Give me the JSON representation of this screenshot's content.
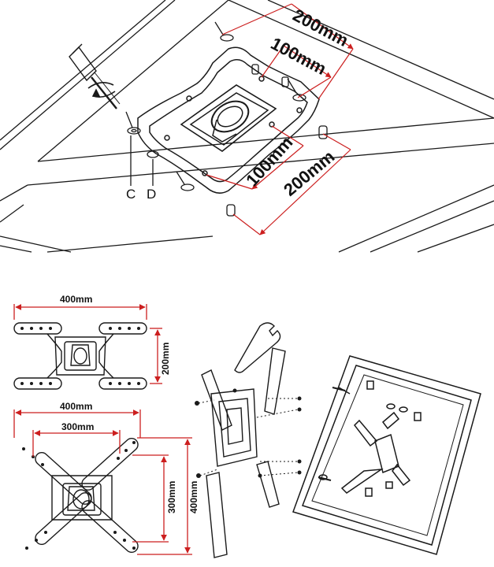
{
  "top_scene": {
    "dimensions": {
      "d200_top": "200mm",
      "d100_top": "100mm",
      "d100_bottom": "100mm",
      "d200_bottom": "200mm"
    },
    "callouts": {
      "c": "C",
      "d": "D"
    }
  },
  "bracket_400x200": {
    "width": "400mm",
    "height": "200mm"
  },
  "bracket_400x400": {
    "outer_width": "400mm",
    "inner_width": "300mm",
    "inner_height": "300mm",
    "outer_height": "400mm"
  },
  "colors": {
    "dimension_line": "#cc1f1f",
    "line_art": "#1a1a1a"
  }
}
